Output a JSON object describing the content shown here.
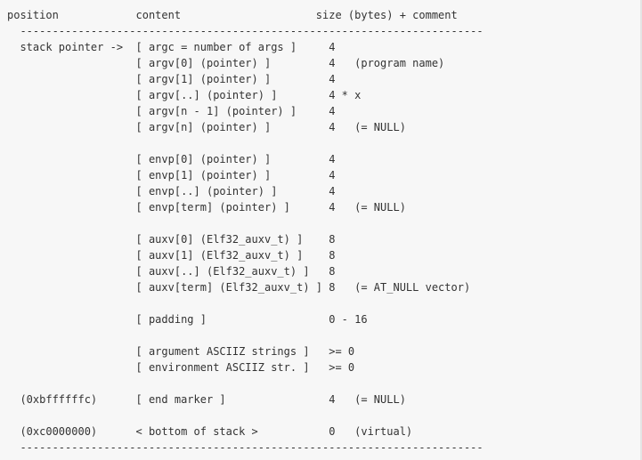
{
  "lines": [
    "position            content                     size (bytes) + comment",
    "  ------------------------------------------------------------------------",
    "  stack pointer ->  [ argc = number of args ]     4",
    "                    [ argv[0] (pointer) ]         4   (program name)",
    "                    [ argv[1] (pointer) ]         4",
    "                    [ argv[..] (pointer) ]        4 * x",
    "                    [ argv[n - 1] (pointer) ]     4",
    "                    [ argv[n] (pointer) ]         4   (= NULL)",
    "",
    "                    [ envp[0] (pointer) ]         4",
    "                    [ envp[1] (pointer) ]         4",
    "                    [ envp[..] (pointer) ]        4",
    "                    [ envp[term] (pointer) ]      4   (= NULL)",
    "",
    "                    [ auxv[0] (Elf32_auxv_t) ]    8",
    "                    [ auxv[1] (Elf32_auxv_t) ]    8",
    "                    [ auxv[..] (Elf32_auxv_t) ]   8",
    "                    [ auxv[term] (Elf32_auxv_t) ] 8   (= AT_NULL vector)",
    "",
    "                    [ padding ]                   0 - 16",
    "",
    "                    [ argument ASCIIZ strings ]   >= 0",
    "                    [ environment ASCIIZ str. ]   >= 0",
    "",
    "  (0xbffffffc)      [ end marker ]                4   (= NULL)",
    "",
    "  (0xc0000000)      < bottom of stack >           0   (virtual)",
    "  ------------------------------------------------------------------------"
  ]
}
